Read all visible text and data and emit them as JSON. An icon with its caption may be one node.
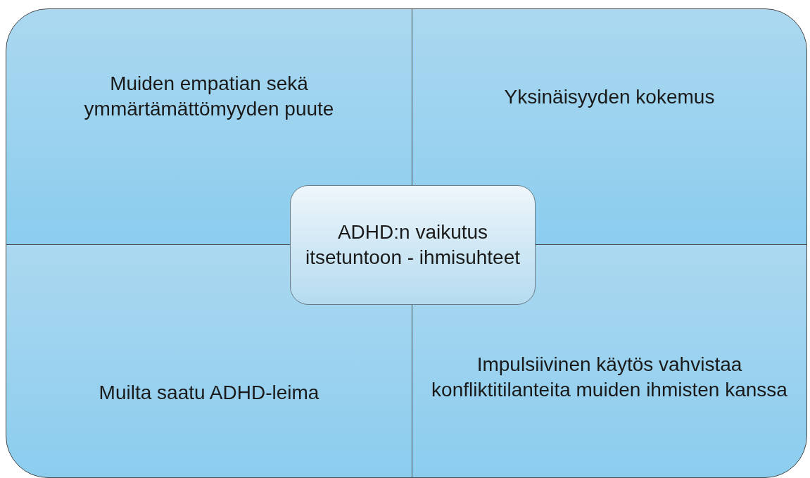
{
  "diagram": {
    "nodes": [
      {
        "text": [
          "Muiden empatian sekä ymmärtämättömyyden puute"
        ]
      },
      {
        "text": [
          "Yksinäisyyden kokemus"
        ]
      },
      {
        "text": [
          "ADHD:n vaikutus itsetuntoon - ihmisuhteet"
        ]
      },
      {
        "text": [
          "Muilta saatu ADHD-leima"
        ]
      },
      {
        "text": [
          "Impulsiivinen käytös vahvistaa konfliktitilanteita muiden ihmisten kanssa"
        ]
      }
    ]
  }
}
